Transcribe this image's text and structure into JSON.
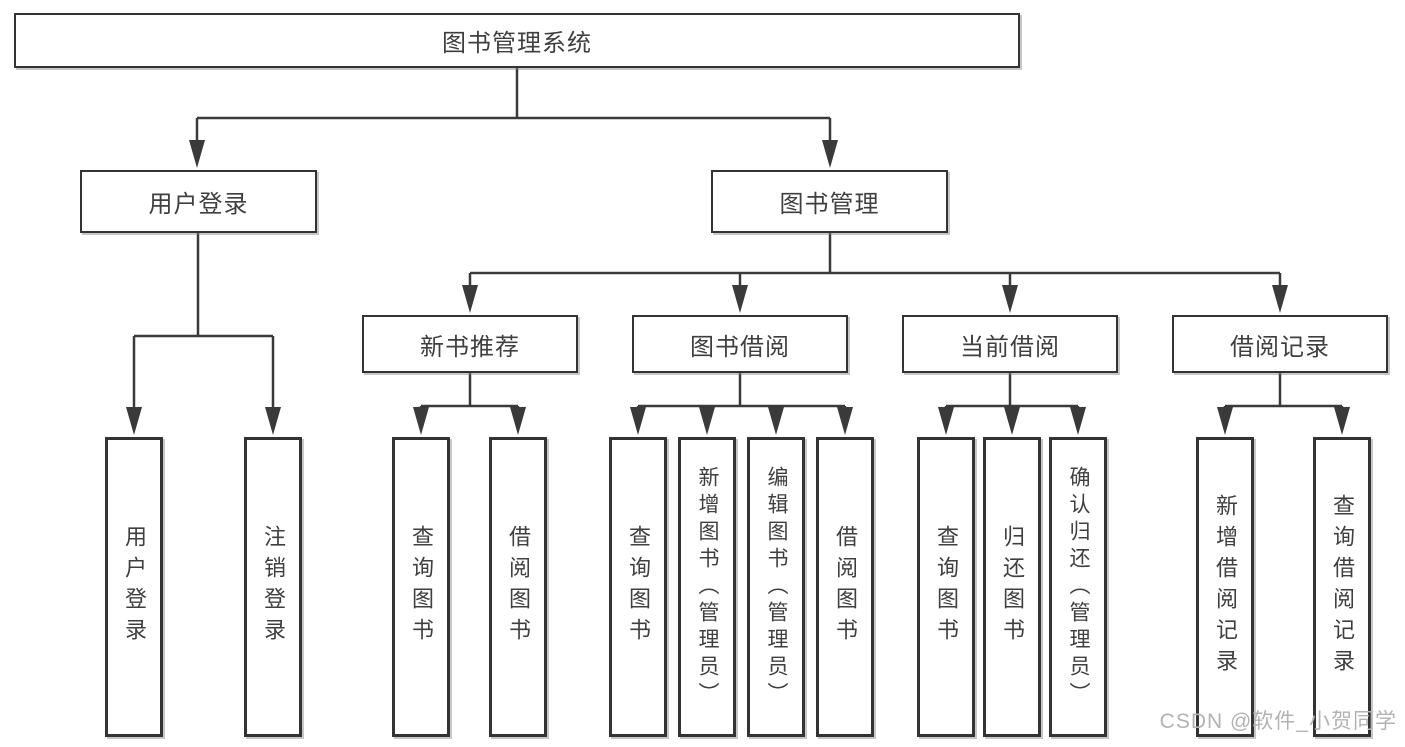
{
  "tree": {
    "label": "图书管理系统",
    "children": [
      {
        "label": "用户登录",
        "children": [
          {
            "label": "用户登录"
          },
          {
            "label": "注销登录"
          }
        ]
      },
      {
        "label": "图书管理",
        "children": [
          {
            "label": "新书推荐",
            "children": [
              {
                "label": "查询图书"
              },
              {
                "label": "借阅图书"
              }
            ]
          },
          {
            "label": "图书借阅",
            "children": [
              {
                "label": "查询图书"
              },
              {
                "label": "新增图书（管理员）"
              },
              {
                "label": "编辑图书（管理员）"
              },
              {
                "label": "借阅图书"
              }
            ]
          },
          {
            "label": "当前借阅",
            "children": [
              {
                "label": "查询图书"
              },
              {
                "label": "归还图书"
              },
              {
                "label": "确认归还（管理员）"
              }
            ]
          },
          {
            "label": "借阅记录",
            "children": [
              {
                "label": "新增借阅记录"
              },
              {
                "label": "查询借阅记录"
              }
            ]
          }
        ]
      }
    ]
  },
  "watermark": "CSDN @软件_小贺同学",
  "colors": {
    "line": "#3a3a3a",
    "border": "#333333",
    "text": "#3f3f3f",
    "watermark": "#b3b3b3"
  }
}
